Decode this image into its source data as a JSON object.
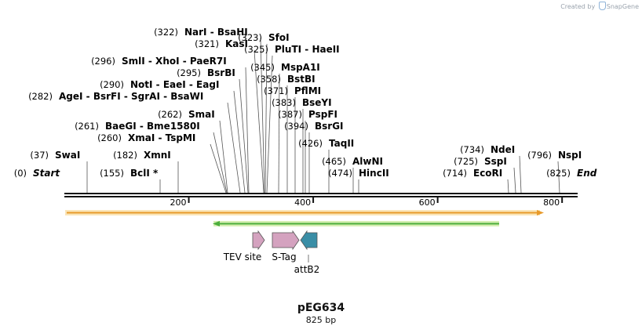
{
  "credit": {
    "prefix": "Created by",
    "brand": "SnapGene"
  },
  "plasmid": {
    "name": "pEG634",
    "length_label": "825 bp",
    "length": 825
  },
  "ruler": {
    "ticks": [
      200,
      400,
      600,
      800
    ]
  },
  "enzymes": [
    {
      "name": "Start",
      "pos": "(0)",
      "italic": true
    },
    {
      "name": "SwaI",
      "pos": "(37)"
    },
    {
      "name": "BclI *",
      "pos": "(155)"
    },
    {
      "name": "XmnI",
      "pos": "(182)"
    },
    {
      "name": "XmaI - TspMI",
      "pos": "(260)"
    },
    {
      "name": "BaeGI - Bme1580I",
      "pos": "(261)"
    },
    {
      "name": "SmaI",
      "pos": "(262)"
    },
    {
      "name": "AgeI - BsrFI - SgrAI - BsaWI",
      "pos": "(282)"
    },
    {
      "name": "NotI - EaeI - EagI",
      "pos": "(290)"
    },
    {
      "name": "BsrBI",
      "pos": "(295)"
    },
    {
      "name": "SmlI - XhoI - PaeR7I",
      "pos": "(296)"
    },
    {
      "name": "KasI",
      "pos": "(321)"
    },
    {
      "name": "NarI - BsaHI",
      "pos": "(322)"
    },
    {
      "name": "SfoI",
      "pos": "(323)"
    },
    {
      "name": "PluTI - HaeII",
      "pos": "(325)"
    },
    {
      "name": "MspA1I",
      "pos": "(345)"
    },
    {
      "name": "BstBI",
      "pos": "(358)"
    },
    {
      "name": "PflMI",
      "pos": "(371)"
    },
    {
      "name": "BseYI",
      "pos": "(383)"
    },
    {
      "name": "PspFI",
      "pos": "(387)"
    },
    {
      "name": "BsrGI",
      "pos": "(394)"
    },
    {
      "name": "TaqII",
      "pos": "(426)"
    },
    {
      "name": "AlwNI",
      "pos": "(465)"
    },
    {
      "name": "HincII",
      "pos": "(474)"
    },
    {
      "name": "EcoRI",
      "pos": "(714)"
    },
    {
      "name": "SspI",
      "pos": "(725)"
    },
    {
      "name": "NdeI",
      "pos": "(734)"
    },
    {
      "name": "NspI",
      "pos": "(796)"
    },
    {
      "name": "End",
      "pos": "(825)",
      "italic": true
    }
  ],
  "features": [
    {
      "label": "TEV site",
      "color": "#d4a2bf",
      "direction": "forward"
    },
    {
      "label": "S-Tag",
      "color": "#d4a2bf",
      "direction": "forward"
    },
    {
      "label": "attB2",
      "color": "#3a8ea6",
      "direction": "reverse"
    }
  ],
  "colors": {
    "orange_arrow": "#e89a2a",
    "green_arrow": "#4cae3c",
    "pink_feature": "#d4a2bf",
    "teal_feature": "#3a8ea6"
  }
}
